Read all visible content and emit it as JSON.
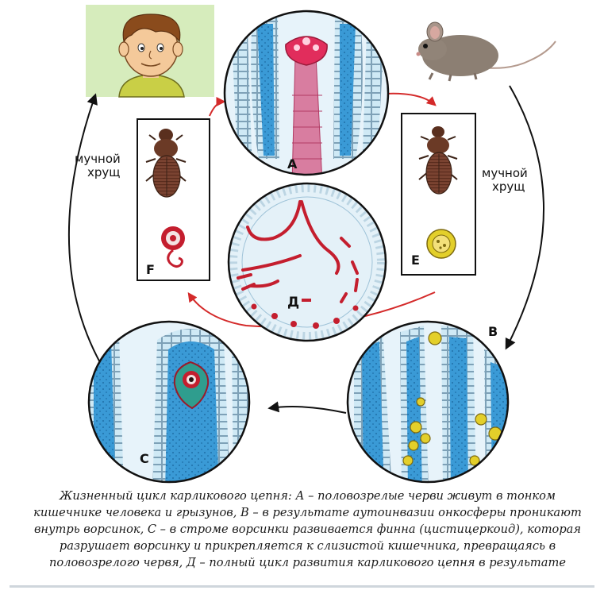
{
  "labels": {
    "a": "A",
    "b": "B",
    "c": "C",
    "d": "Д",
    "e": "E",
    "f": "F"
  },
  "hosts": {
    "left_line1": "мучной",
    "left_line2": "хрущ",
    "right_line1": "мучной",
    "right_line2": "хрущ"
  },
  "caption": {
    "line1": "Жизненный цикл карликового цепня: А – половозрелые черви живут в тонком",
    "line2": "кишечнике человека и грызунов, В – в результате аутоинвазии онкосферы проникают",
    "line3": "внутрь ворсинок, С – в строме ворсинки развивается финна (цистицеркоид), которая",
    "line4": "разрушает ворсинку и прикрепляется к слизистой кишечника, превращаясь в",
    "line5": "половозрелого червя, Д – полный цикл развития карликового цепня в результате"
  },
  "colors": {
    "villus_blue": "#3a9ad6",
    "cell_light": "#cfe9f5",
    "worm_red": "#c41e2e",
    "arrow_red": "#d42a2a",
    "beetle_brown": "#6b3a26",
    "egg_yellow": "#e3cf2a",
    "skin": "#f4c99a",
    "hair": "#8a4b1c",
    "shirt": "#c9cf46",
    "mouse_gray": "#8c7f73",
    "portrait_bg": "#d6ecbc"
  }
}
